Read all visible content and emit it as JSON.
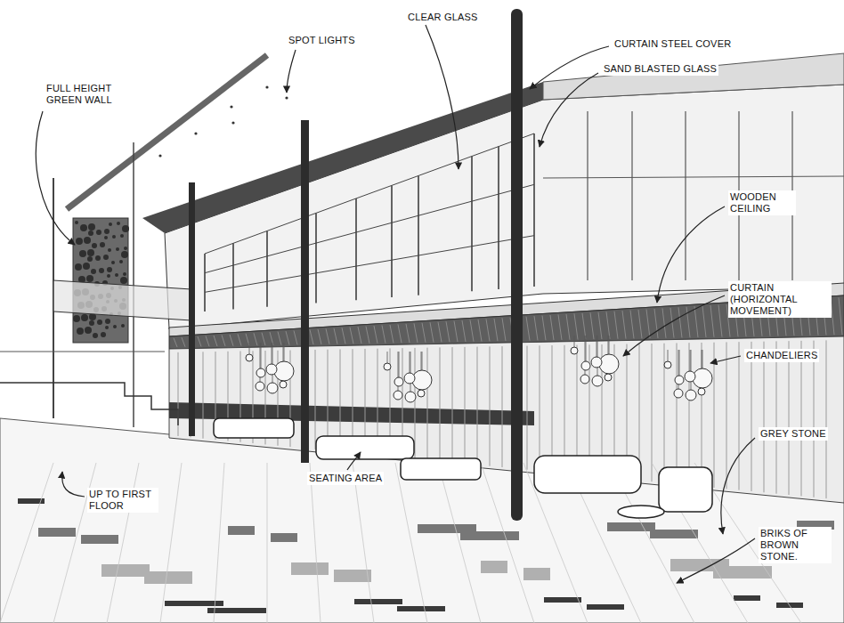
{
  "diagram": {
    "labels": [
      "FULL HEIGHT GREEN WALL",
      "SPOT LIGHTS",
      "CLEAR GLASS",
      "CURTAIN STEEL COVER",
      "SAND BLASTED GLASS",
      "WOODEN CEILING",
      "CURTAIN (HORIZONTAL MOVEMENT)",
      "CHANDELIERS",
      "GREY STONE",
      "SEATING AREA",
      "UP TO FIRST FLOOR",
      "BRIKS OF BROWN STONE."
    ]
  }
}
